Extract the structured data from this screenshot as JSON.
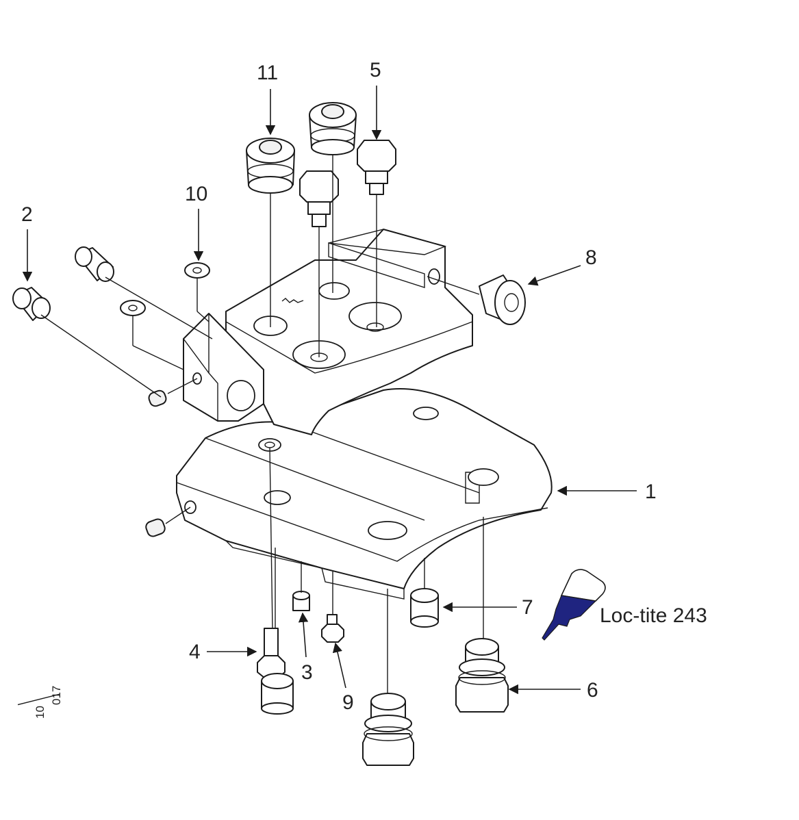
{
  "callouts": {
    "c1": "1",
    "c2": "2",
    "c3": "3",
    "c4": "4",
    "c5": "5",
    "c6": "6",
    "c7": "7",
    "c8": "8",
    "c9": "9",
    "c10": "10",
    "c11": "11"
  },
  "note": {
    "adhesive": "Loc-tite 243",
    "bottle_color": "#1f2480"
  },
  "reference": {
    "top": "10",
    "bottom": "017"
  }
}
